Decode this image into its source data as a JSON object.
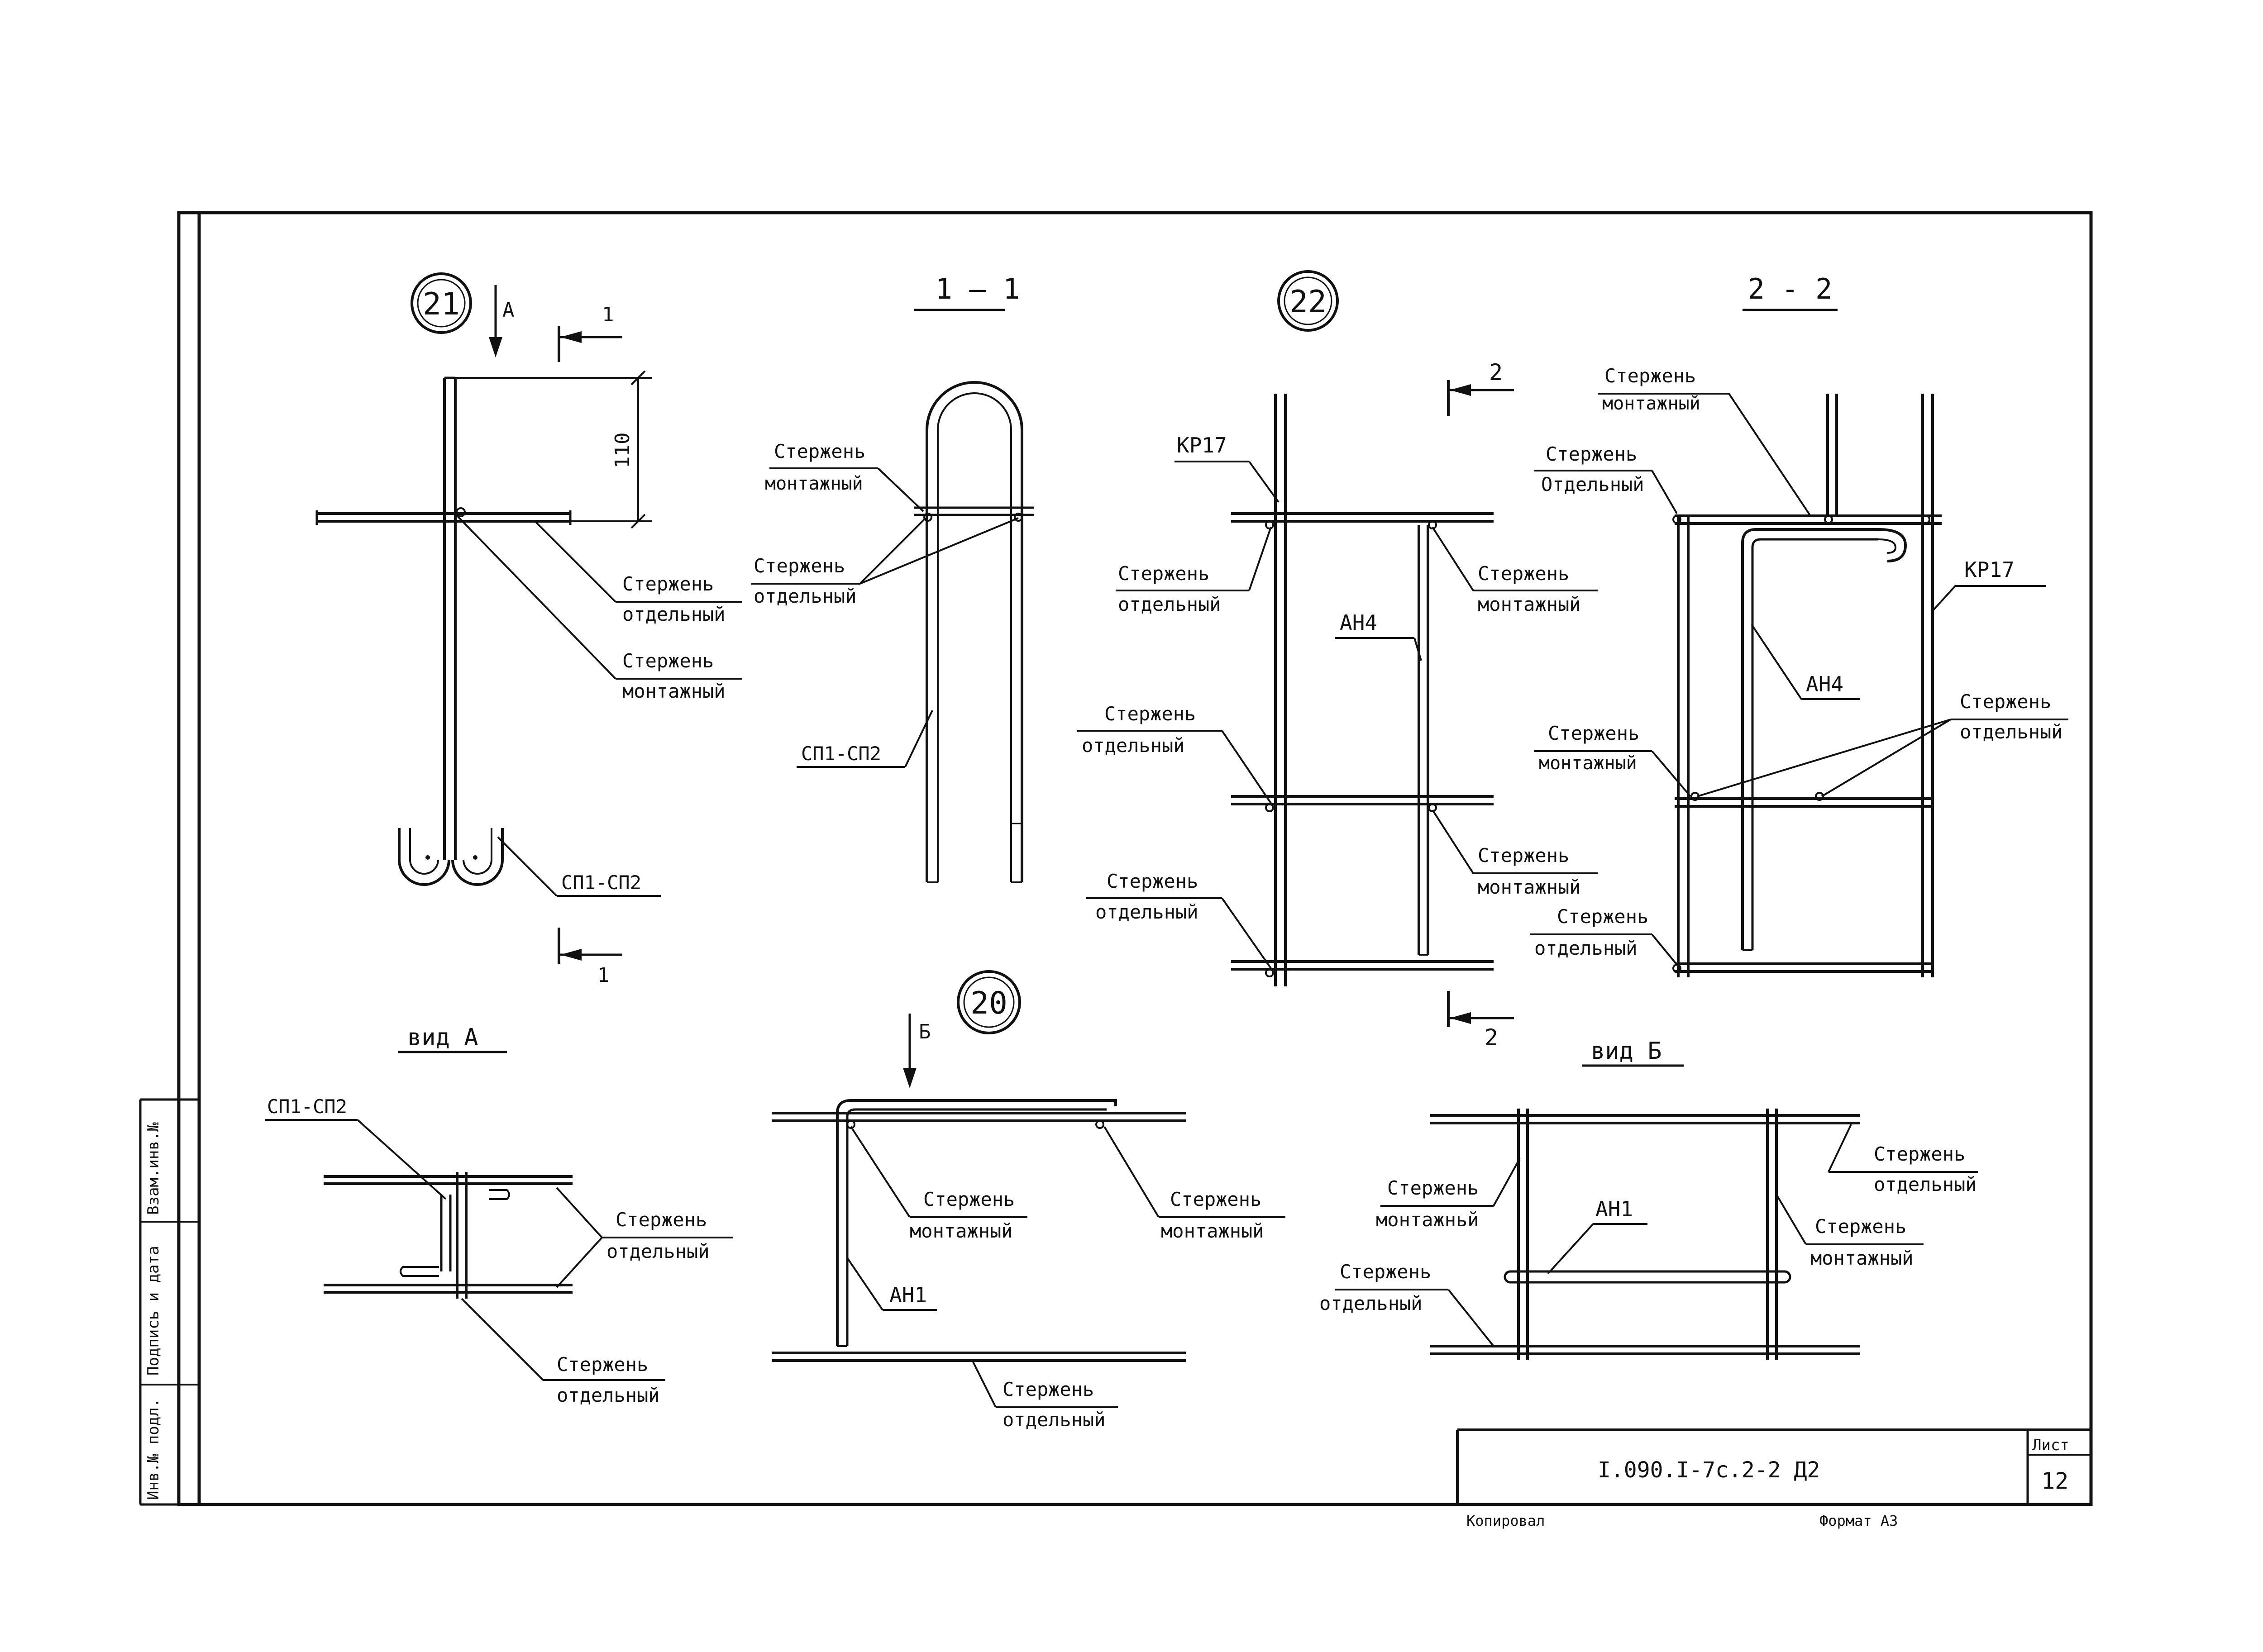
{
  "labels": {
    "rod_sep": [
      "Стержень",
      "отдельный"
    ],
    "rod_sep_cap": [
      "Стержень",
      "Отдельный"
    ],
    "rod_mont": [
      "Стержень",
      "монтажный"
    ],
    "rod_mont_b": [
      "Стержень",
      "монтажньй"
    ],
    "sp": "СП1-СП2",
    "kr": "КР17",
    "an4": "АН4",
    "an1": "АН1"
  },
  "nodes": {
    "n21": "21",
    "n22": "22",
    "n20": "20"
  },
  "sections": {
    "s11": "1 — 1",
    "s22": "2 - 2",
    "cut1": "1",
    "cut2": "2",
    "arrow_a": "А",
    "arrow_b": "Б",
    "view_a": "вид А",
    "view_b": "вид Б"
  },
  "dims": {
    "d110": "110"
  },
  "stamp": {
    "doc_code": "I.090.I-7с.2-2 Д2",
    "sheet_label": "Лист",
    "sheet_no": "12",
    "copied": "Копировал",
    "format": "Формат А3"
  },
  "side_stamp": [
    "Инв.№ подл.",
    "Подпись и дата",
    "Взам.инв.№"
  ]
}
